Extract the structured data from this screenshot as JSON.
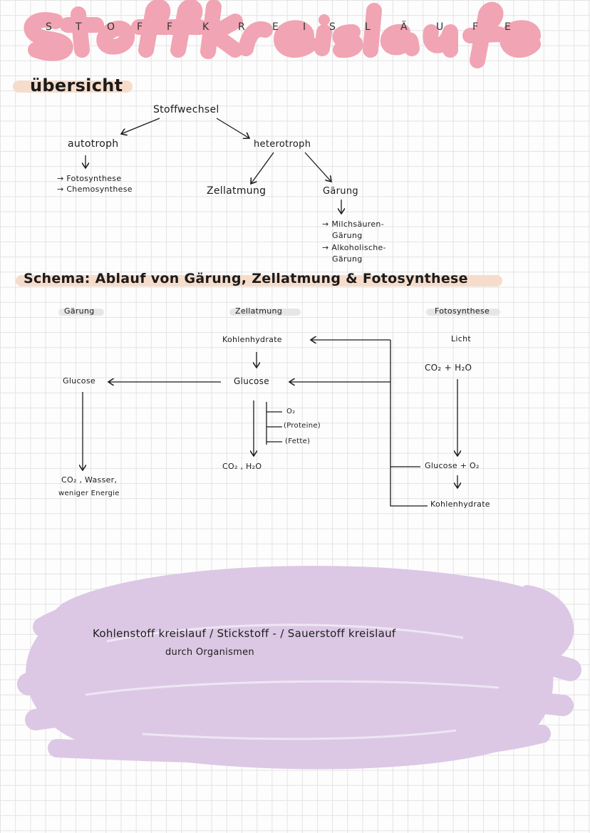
{
  "title_letters": [
    "S",
    "T",
    "O",
    "F",
    "F",
    "K",
    "R",
    "E",
    "I",
    "S",
    "L",
    "Ä",
    "U",
    "F",
    "E"
  ],
  "overview": {
    "heading": "übersicht",
    "root": "Stoffwechsel",
    "autotroph": "autotroph",
    "auto_items": [
      "→ Fotosynthese",
      "→ Chemosynthese"
    ],
    "heterotroph": "heterotroph",
    "zellatmung": "Zellatmung",
    "gaerung": "Gärung",
    "gaerung_items": [
      "→ Milchsäuren-",
      "Gärung",
      "→ Alkoholische-",
      "Gärung"
    ]
  },
  "schema": {
    "heading": "Schema: Ablauf von Gärung, Zellatmung & Fotosynthese",
    "col_gaerung": "Gärung",
    "col_zellatmung": "Zellatmung",
    "col_fotosynthese": "Fotosynthese",
    "kohlenhydrate_top": "Kohlenhydrate",
    "glucose_left": "Glucose",
    "glucose_mid": "Glucose",
    "branch_items": [
      "O₂",
      "(Proteine)",
      "(Fette)"
    ],
    "mid_products": "CO₂ , H₂O",
    "left_products_1": "CO₂ , Wasser,",
    "left_products_2": "weniger Energie",
    "licht": "Licht",
    "photo_inputs": "CO₂ + H₂O",
    "photo_outputs": "Glucose + O₂",
    "kohlenhydrate_bottom": "Kohlenhydrate"
  },
  "scribble_text": {
    "line1": "Kohlenstoff kreislauf / Stickstoff - / Sauerstoff kreislauf",
    "line2": "durch Organismen"
  },
  "colors": {
    "title_pink": "#f1a4b3",
    "highlight_peach": "#f6dccb",
    "scribble_lilac": "#dcc8e4"
  }
}
